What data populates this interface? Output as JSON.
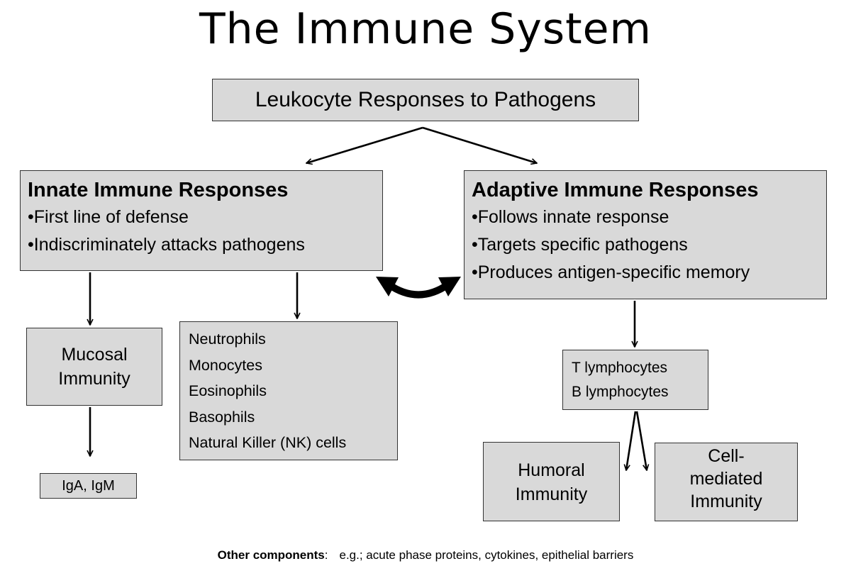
{
  "title": "The Immune System",
  "root": "Leukocyte Responses to Pathogens",
  "innate": {
    "heading": "Innate Immune Responses",
    "bullets": [
      "•First line of defense",
      "•Indiscriminately attacks pathogens"
    ]
  },
  "adaptive": {
    "heading": "Adaptive Immune Responses",
    "bullets": [
      "•Follows innate response",
      "•Targets specific pathogens",
      "•Produces antigen-specific memory"
    ]
  },
  "mucosal": [
    "Mucosal",
    "Immunity"
  ],
  "innate_cells": [
    "Neutrophils",
    "Monocytes",
    "Eosinophils",
    "Basophils",
    "Natural Killer (NK) cells"
  ],
  "immunoglobulins": "IgA, IgM",
  "lymphocytes": [
    "T lymphocytes",
    "B lymphocytes"
  ],
  "humoral": [
    "Humoral",
    "Immunity"
  ],
  "cell_mediated": [
    "Cell-",
    "mediated",
    "Immunity"
  ],
  "footer": {
    "label": "Other components",
    "text": "e.g.; acute phase proteins, cytokines, epithelial barriers"
  }
}
